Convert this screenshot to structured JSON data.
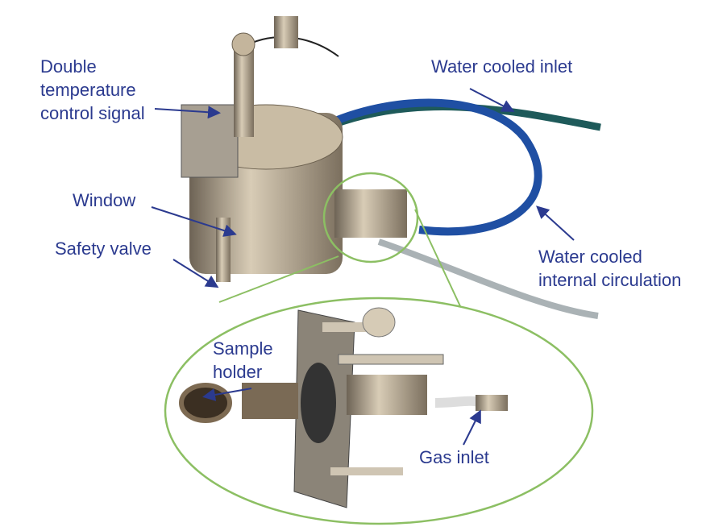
{
  "labels": {
    "temp_signal": [
      "Double",
      "temperature",
      "control signal"
    ],
    "water_inlet": "Water cooled inlet",
    "window": "Window",
    "safety_valve": "Safety valve",
    "water_circulation": [
      "Water cooled",
      "internal circulation"
    ],
    "sample_holder": [
      "Sample",
      "holder"
    ],
    "gas_inlet": "Gas inlet"
  },
  "colors": {
    "label": "#2b3a8f",
    "arrow": "#2b3a8f",
    "callout": "#8cbf63",
    "hose_blue": "#1f4fa3",
    "hose_green": "#1e5a5a",
    "metal": "#b9ab94"
  }
}
